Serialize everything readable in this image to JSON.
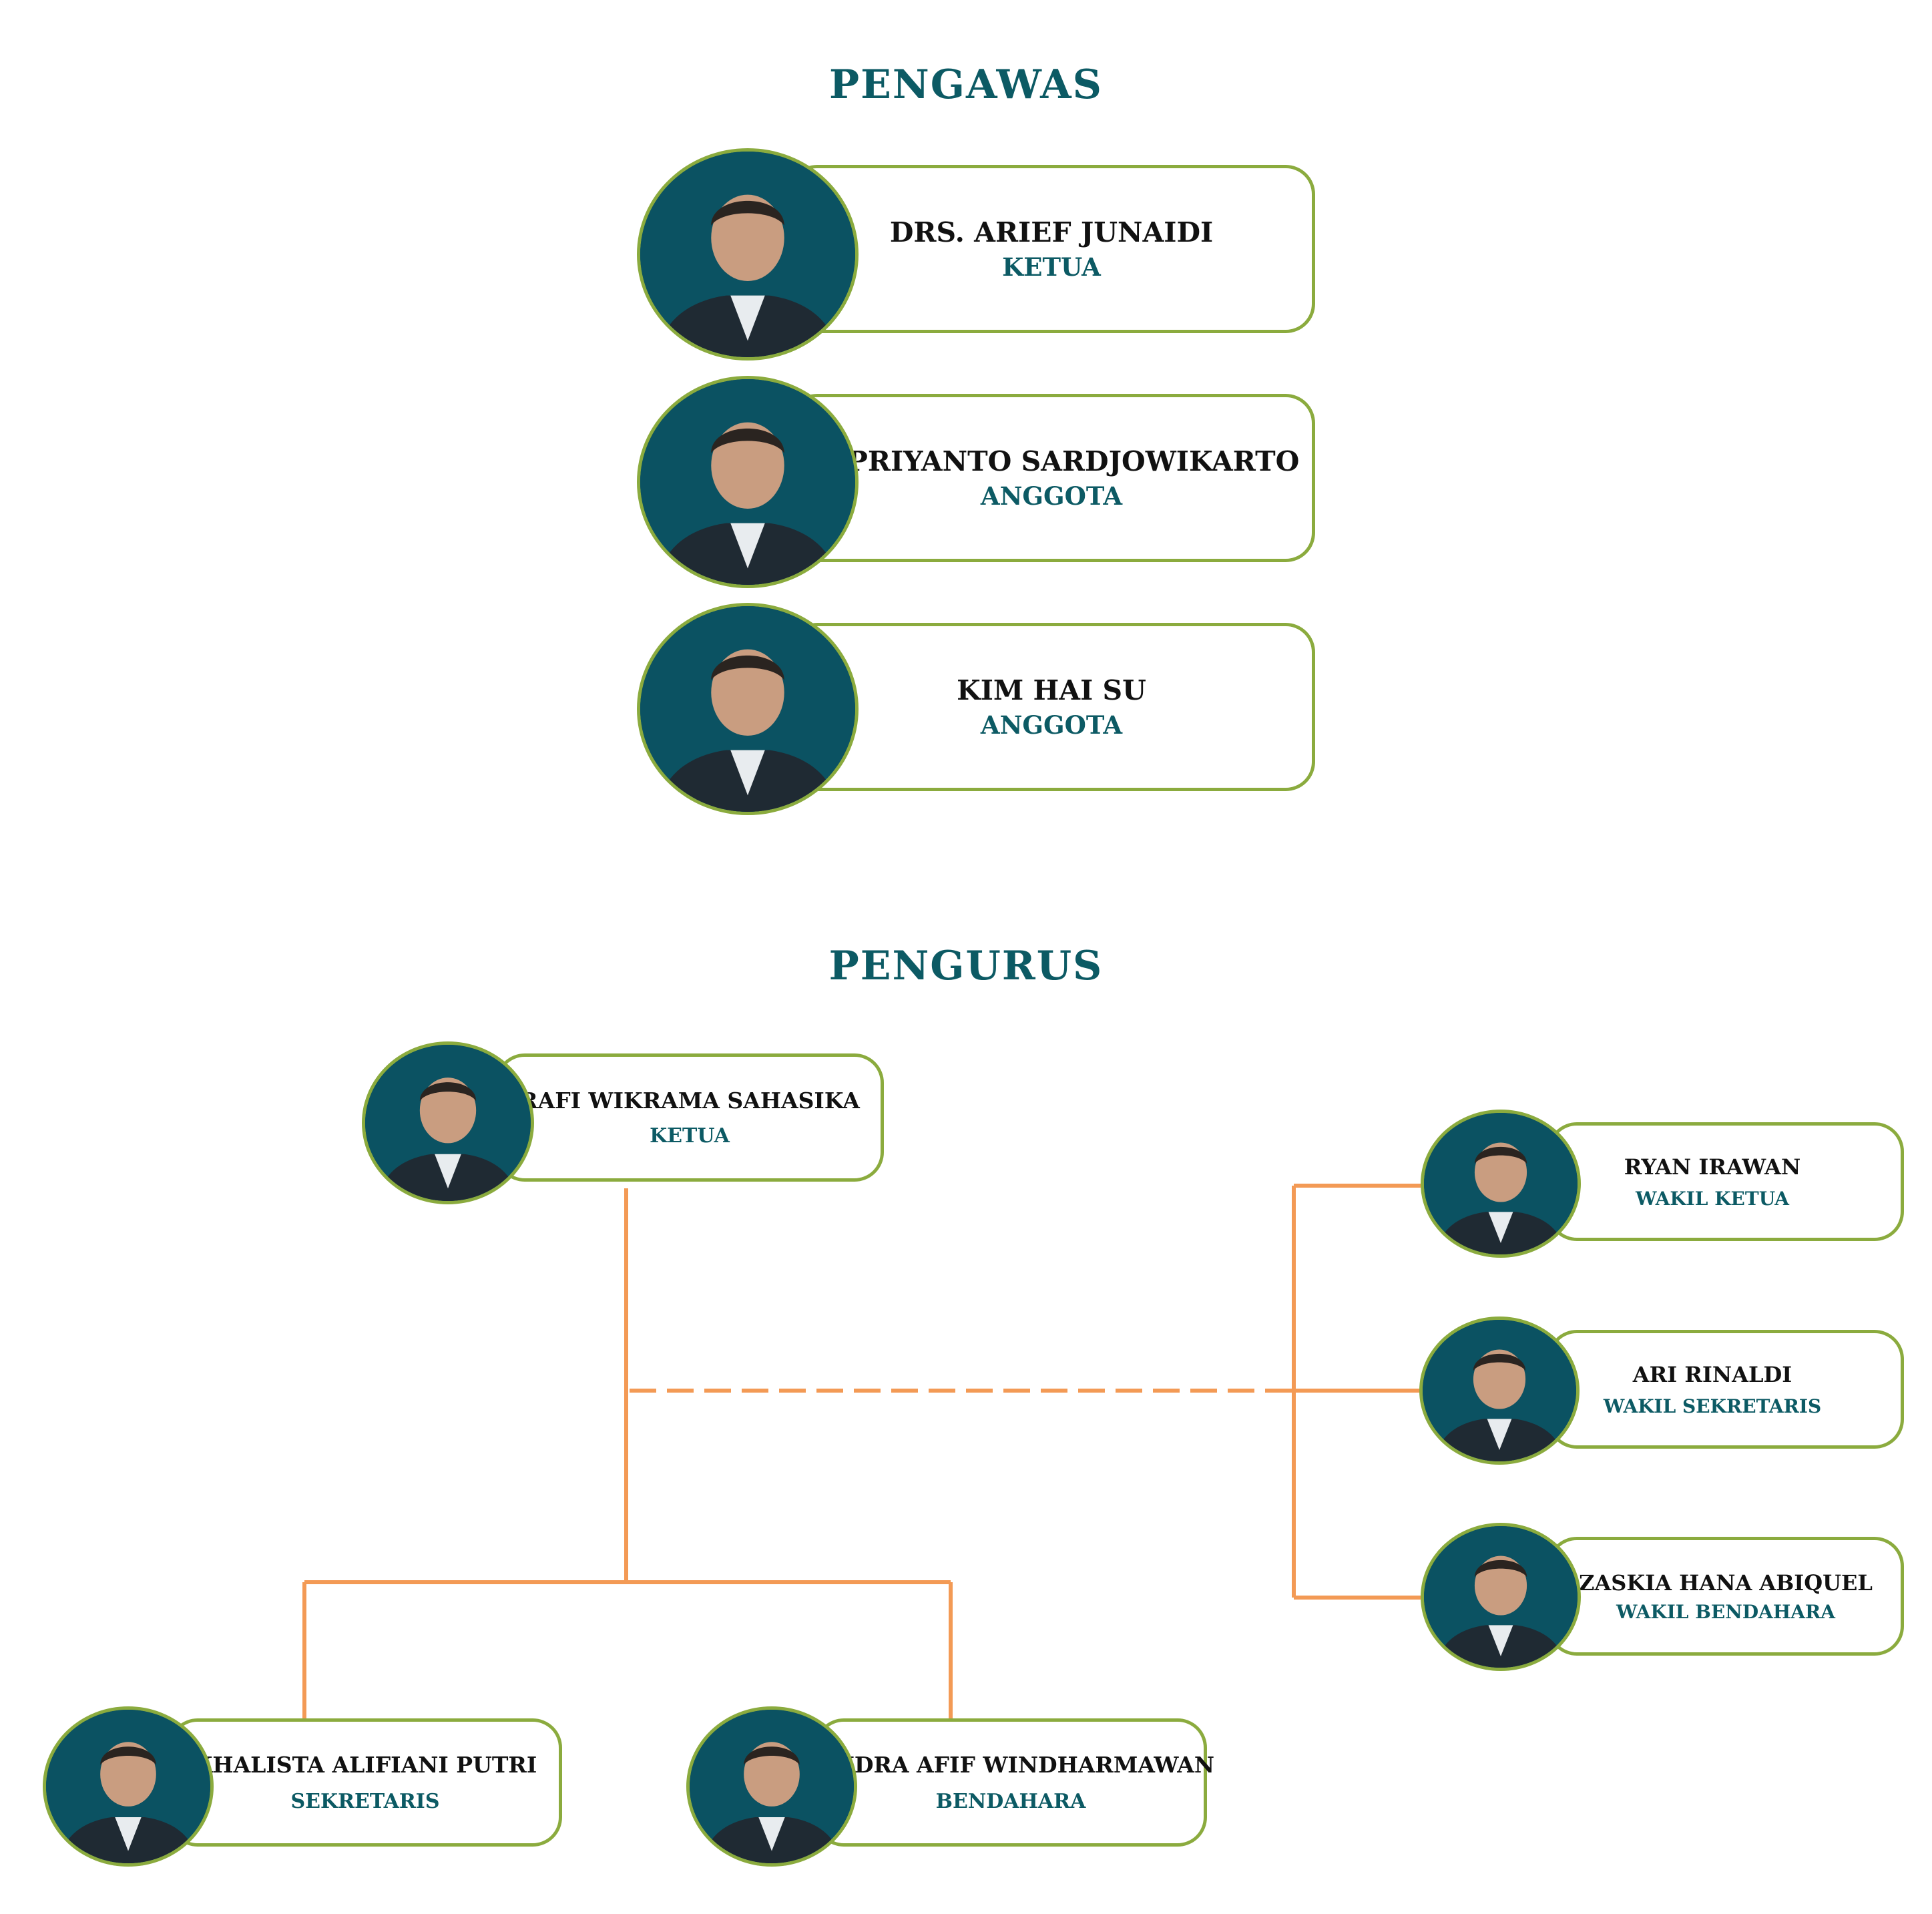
{
  "colors": {
    "title": "#0c5a64",
    "role": "#0c5a64",
    "name": "#111111",
    "card_border": "#8bab3e",
    "avatar_bg": "#0b5262",
    "connector": "#f39a55"
  },
  "pengawas": {
    "title": "PENGAWAS",
    "members": [
      {
        "name": "DRS. ARIEF JUNAIDI",
        "role": "KETUA"
      },
      {
        "name": "SUPRIYANTO SARDJOWIKARTO",
        "role": "ANGGOTA"
      },
      {
        "name": "KIM HAI SU",
        "role": "ANGGOTA"
      }
    ]
  },
  "pengurus": {
    "title": "PENGURUS",
    "ketua": {
      "name": "RAFI WIKRAMA SAHASIKA",
      "role": "KETUA"
    },
    "wakil": [
      {
        "name": "RYAN IRAWAN",
        "role": "WAKIL KETUA"
      },
      {
        "name": "ARI RINALDI",
        "role": "WAKIL SEKRETARIS"
      },
      {
        "name": "ZASKIA HANA ABIQUEL",
        "role": "WAKIL BENDAHARA"
      }
    ],
    "bottom": [
      {
        "name": "KHALISTA ALIFIANI PUTRI",
        "role": "SEKRETARIS"
      },
      {
        "name": "JENDRA AFIF WINDHARMAWAN",
        "role": "BENDAHARA"
      }
    ]
  }
}
